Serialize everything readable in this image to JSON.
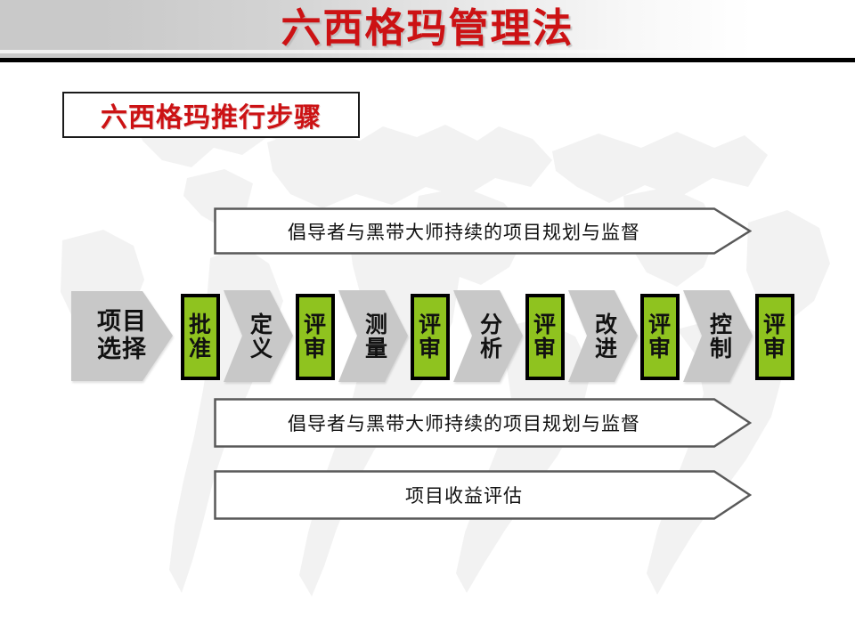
{
  "header": {
    "title": "六西格玛管理法",
    "title_color": "#cc1214",
    "bar_gradient_from": "#c9c9c9",
    "bar_gradient_to": "#ffffff"
  },
  "subtitle": {
    "text": "六西格玛推行步骤",
    "color": "#cc1214",
    "border_color": "#1a1a1a"
  },
  "banners": {
    "top": "倡导者与黑带大师持续的项目规划与监督",
    "middle": "倡导者与黑带大师持续的项目规划与监督",
    "bottom": "项目收益评估"
  },
  "palette": {
    "green": "#8fc31f",
    "gray": "#c8c8c8",
    "outline": "#000000",
    "banner_border": "#595959"
  },
  "process": {
    "start": {
      "line1": "项目",
      "line2": "选择",
      "kind": "pentagon",
      "color": "#c8c8c8"
    },
    "steps": [
      {
        "line1": "批",
        "line2": "准",
        "kind": "green-box",
        "color": "#8fc31f"
      },
      {
        "line1": "定",
        "line2": "义",
        "kind": "chevron",
        "color": "#c8c8c8"
      },
      {
        "line1": "评",
        "line2": "审",
        "kind": "green-box",
        "color": "#8fc31f"
      },
      {
        "line1": "测",
        "line2": "量",
        "kind": "chevron",
        "color": "#c8c8c8"
      },
      {
        "line1": "评",
        "line2": "审",
        "kind": "green-box",
        "color": "#8fc31f"
      },
      {
        "line1": "分",
        "line2": "析",
        "kind": "chevron",
        "color": "#c8c8c8"
      },
      {
        "line1": "评",
        "line2": "审",
        "kind": "green-box",
        "color": "#8fc31f"
      },
      {
        "line1": "改",
        "line2": "进",
        "kind": "chevron",
        "color": "#c8c8c8"
      },
      {
        "line1": "评",
        "line2": "审",
        "kind": "green-box",
        "color": "#8fc31f"
      },
      {
        "line1": "控",
        "line2": "制",
        "kind": "chevron",
        "color": "#c8c8c8"
      },
      {
        "line1": "评",
        "line2": "审",
        "kind": "green-box",
        "color": "#8fc31f"
      }
    ]
  }
}
